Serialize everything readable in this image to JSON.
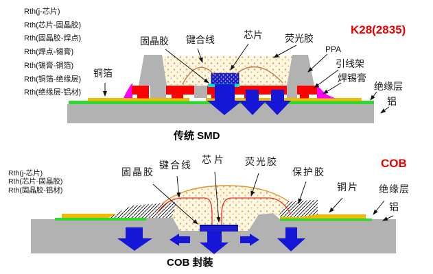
{
  "colors": {
    "aluminum": "#b2b2b2",
    "copper": "#f0b800",
    "insulation_green": "#2ed82e",
    "lead_frame_red": "#ff0000",
    "solder_magenta": "#ff00ff",
    "arrow_blue": "#1616d6",
    "chip_blue": "#1c1ccc",
    "die_attach_cyan": "#00e0e0",
    "phosphor_cream": "#fdf7e4",
    "phosphor_dot": "#e8a43c",
    "accent_red_text": "#e80000"
  },
  "smd": {
    "rth_list": [
      "Rth(j-芯片)",
      "Rth(芯片-固晶胶)",
      "Rth(固晶胶-焊点)",
      "Rth(焊点-锡膏)",
      "Rth(锡膏-铜箔)",
      "Rth(铜箔-绝缘层)",
      "Rth(绝缘层-铝材)"
    ],
    "labels": {
      "copper_foil": "铜箔",
      "die_attach": "固晶胶",
      "bond_wire": "键合线",
      "chip": "芯片",
      "phosphor": "荧光胶",
      "part_no": "K28(2835)",
      "ppa": "PPA",
      "lead_frame": "引线架",
      "solder_paste": "焊锡膏",
      "insulation": "绝缘层",
      "aluminum": "铝"
    },
    "caption": "传统 SMD"
  },
  "cob": {
    "rth_list": [
      "Rth(j-芯片)",
      "Rth(芯片-固晶胶)",
      "Rth(固晶胶-铝材)"
    ],
    "labels": {
      "die_attach": "固晶胶",
      "bond_wire": "键合线",
      "chip": "芯片",
      "phosphor": "荧光胶",
      "protective_glue": "保护胶",
      "copper_sheet": "铜片",
      "insulation": "绝缘层",
      "aluminum": "铝",
      "title": "COB"
    },
    "caption": "COB 封装"
  }
}
